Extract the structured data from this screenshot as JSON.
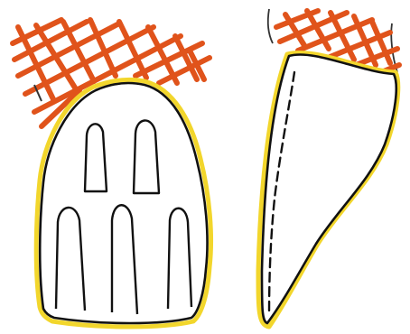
{
  "colors": {
    "background": "#ffffff",
    "outline": "#111111",
    "highlight_yellow": "#f2d62c",
    "hatch_orange": "#e0531b",
    "hatch_dark": "#333333"
  },
  "figures": [
    {
      "name": "left-tooth-front-view",
      "view": "front",
      "inner_arches": 5
    },
    {
      "name": "right-tooth-side-view",
      "view": "side",
      "dashed_line": true
    }
  ]
}
